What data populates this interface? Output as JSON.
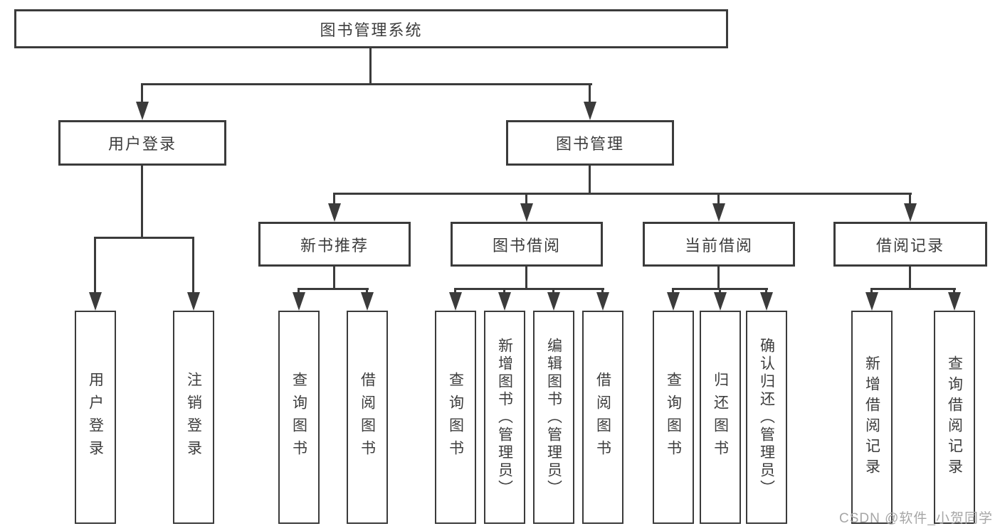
{
  "tree": {
    "root": {
      "label": "图书管理系统"
    },
    "branches": [
      {
        "label": "用户登录",
        "children": [
          {
            "label": "用户登录"
          },
          {
            "label": "注销登录"
          }
        ]
      },
      {
        "label": "图书管理",
        "children": [
          {
            "label": "新书推荐",
            "children": [
              {
                "label": "查询图书"
              },
              {
                "label": "借阅图书"
              }
            ]
          },
          {
            "label": "图书借阅",
            "children": [
              {
                "label": "查询图书"
              },
              {
                "label": "新增图书（管理员）"
              },
              {
                "label": "编辑图书（管理员）"
              },
              {
                "label": "借阅图书"
              }
            ]
          },
          {
            "label": "当前借阅",
            "children": [
              {
                "label": "查询图书"
              },
              {
                "label": "归还图书"
              },
              {
                "label": "确认归还（管理员）"
              }
            ]
          },
          {
            "label": "借阅记录",
            "children": [
              {
                "label": "新增借阅记录"
              },
              {
                "label": "查询借阅记录"
              }
            ]
          }
        ]
      }
    ]
  },
  "watermark": {
    "text": "CSDN @软件_小贺同学"
  },
  "colors": {
    "line": "#3b3b3b",
    "text": "#3d3d3d",
    "background": "#ffffff",
    "watermark": "#a6a6a6"
  }
}
